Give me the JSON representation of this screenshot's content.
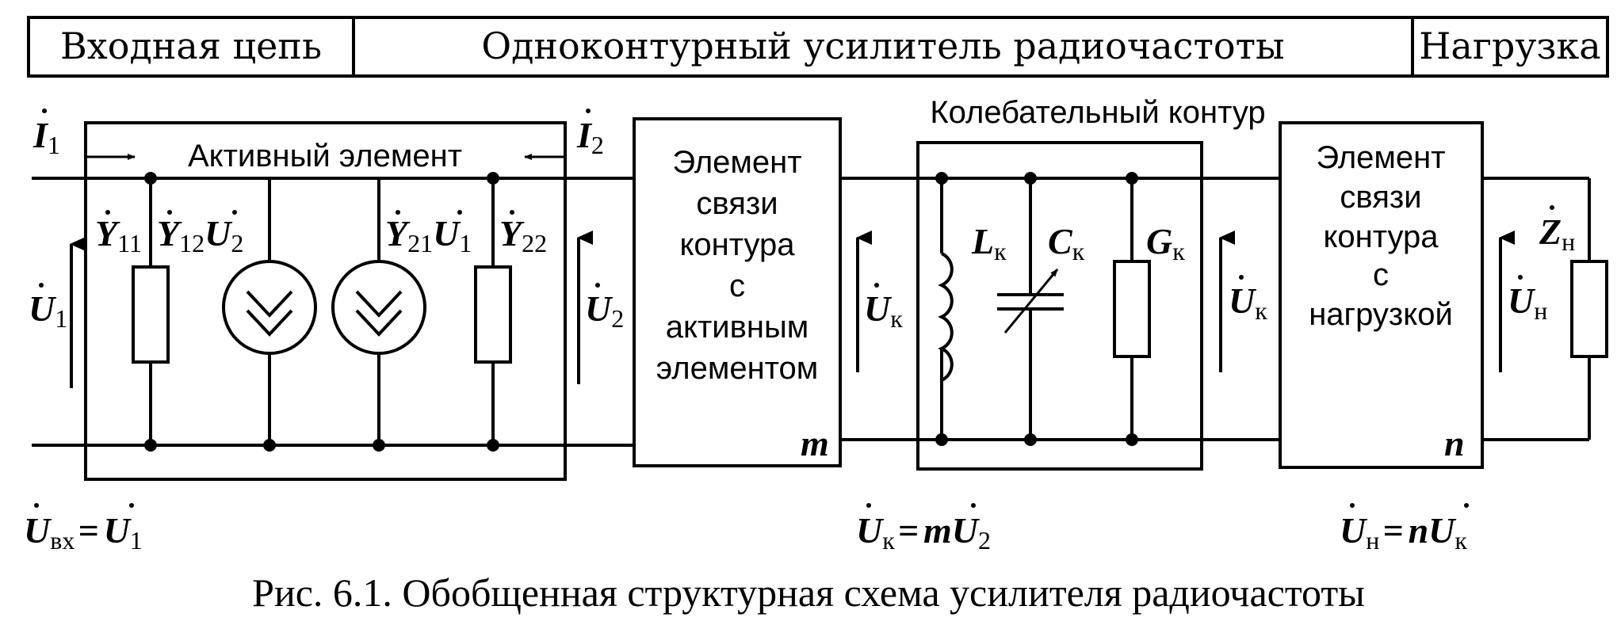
{
  "header": {
    "input_circuit": "Входная цепь",
    "amplifier": "Одноконтурный усилитель радиочастоты",
    "load": "Нагрузка"
  },
  "active_element": {
    "label": "Активный элемент",
    "y11": {
      "base": "Y",
      "sub": "11"
    },
    "y12u2": {
      "base1": "Y",
      "sub1": "12",
      "base2": "U",
      "sub2": "2"
    },
    "y21u1": {
      "base1": "Y",
      "sub1": "21",
      "base2": "U",
      "sub2": "1"
    },
    "y22": {
      "base": "Y",
      "sub": "22"
    }
  },
  "currents": {
    "i1": {
      "base": "I",
      "sub": "1"
    },
    "i2": {
      "base": "I",
      "sub": "2"
    }
  },
  "voltages": {
    "u1": {
      "base": "U",
      "sub": "1"
    },
    "u2": {
      "base": "U",
      "sub": "2"
    },
    "uk_left": {
      "base": "U",
      "sub": "к"
    },
    "uk_right": {
      "base": "U",
      "sub": "к"
    },
    "un": {
      "base": "U",
      "sub": "н"
    }
  },
  "coupling_active": {
    "lines": [
      "Элемент",
      "связи",
      "контура",
      "с",
      "активным",
      "элементом"
    ],
    "ratio": "m"
  },
  "tank": {
    "label": "Колебательный контур",
    "lk": {
      "base": "L",
      "sub": "к"
    },
    "ck": {
      "base": "C",
      "sub": "к"
    },
    "gk": {
      "base": "G",
      "sub": "к"
    }
  },
  "coupling_load": {
    "lines": [
      "Элемент",
      "связи",
      "контура",
      "с",
      "нагрузкой"
    ],
    "ratio": "n"
  },
  "load": {
    "zn": {
      "base": "Z",
      "sub": "н"
    }
  },
  "equations": {
    "input": {
      "lhs": "U",
      "lhs_sub": "вх",
      "eq": "=",
      "rhs": "U",
      "rhs_sub": "1"
    },
    "tank": {
      "lhs": "U",
      "lhs_sub": "к",
      "eq": "=",
      "coef": "m",
      "rhs": "U",
      "rhs_sub": "2"
    },
    "load": {
      "lhs": "U",
      "lhs_sub": "н",
      "eq": "=",
      "coef": "n",
      "rhs": "U",
      "rhs_sub": "к"
    }
  },
  "caption": "Рис. 6.1. Обобщенная структурная схема усилителя радиочастоты"
}
